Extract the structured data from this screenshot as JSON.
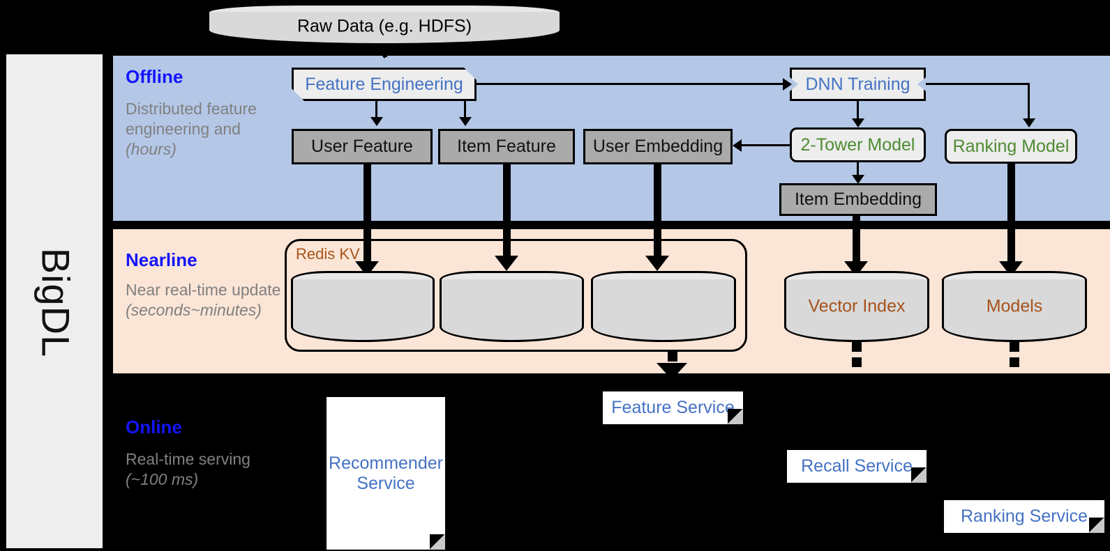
{
  "framework": {
    "name": "BigDL"
  },
  "layers": [
    {
      "id": "offline",
      "title": "Offline",
      "description": "Distributed feature engineering and ",
      "description_emphasis": "(hours)",
      "bg": "#b4c7e7"
    },
    {
      "id": "nearline",
      "title": "Nearline",
      "description": "Near real-time update ",
      "description_emphasis": "(seconds~minutes)",
      "bg": "#fbe5d6"
    },
    {
      "id": "online",
      "title": "Online",
      "description": "Real-time serving ",
      "description_emphasis": "(~100 ms)",
      "bg": "#000000"
    }
  ],
  "source": {
    "label": "Raw Data (e.g. HDFS)"
  },
  "offline": {
    "feature_engineering": {
      "label": "Feature Engineering",
      "color": "#4472c4"
    },
    "dnn_training": {
      "label": "DNN Training",
      "color": "#4472c4"
    },
    "two_tower_model": {
      "label": "2-Tower Model",
      "color": "#4e8b32"
    },
    "ranking_model": {
      "label": "Ranking Model",
      "color": "#4e8b32"
    },
    "user_feature": {
      "label": "User Feature"
    },
    "item_feature": {
      "label": "Item Feature"
    },
    "user_embedding": {
      "label": "User Embedding"
    },
    "item_embedding": {
      "label": "Item Embedding"
    }
  },
  "nearline": {
    "redis_kv": {
      "label": "Redis KV",
      "color": "#a6531c"
    },
    "stores": [
      {
        "label": ""
      },
      {
        "label": ""
      },
      {
        "label": ""
      }
    ],
    "vector_index": {
      "label": "Vector Index",
      "color": "#a6531c"
    },
    "models": {
      "label": "Models",
      "color": "#a6531c"
    }
  },
  "online": {
    "recommender_service": {
      "label": "Recommender Service"
    },
    "feature_service": {
      "label": "Feature Service"
    },
    "recall_service": {
      "label": "Recall Service"
    },
    "ranking_service": {
      "label": "Ranking Service"
    }
  },
  "colors": {
    "offline_band": "#b4c7e7",
    "nearline_band": "#fbe5d6",
    "online_band": "#000000",
    "rail": "#eeeeee",
    "data_box": "#aaaaaa",
    "process_box": "#ededed",
    "accent_blue": "#1414ff",
    "text_gray": "#808080",
    "link_blue": "#4472c4",
    "model_green": "#4e8b32",
    "store_brown": "#a6531c"
  }
}
